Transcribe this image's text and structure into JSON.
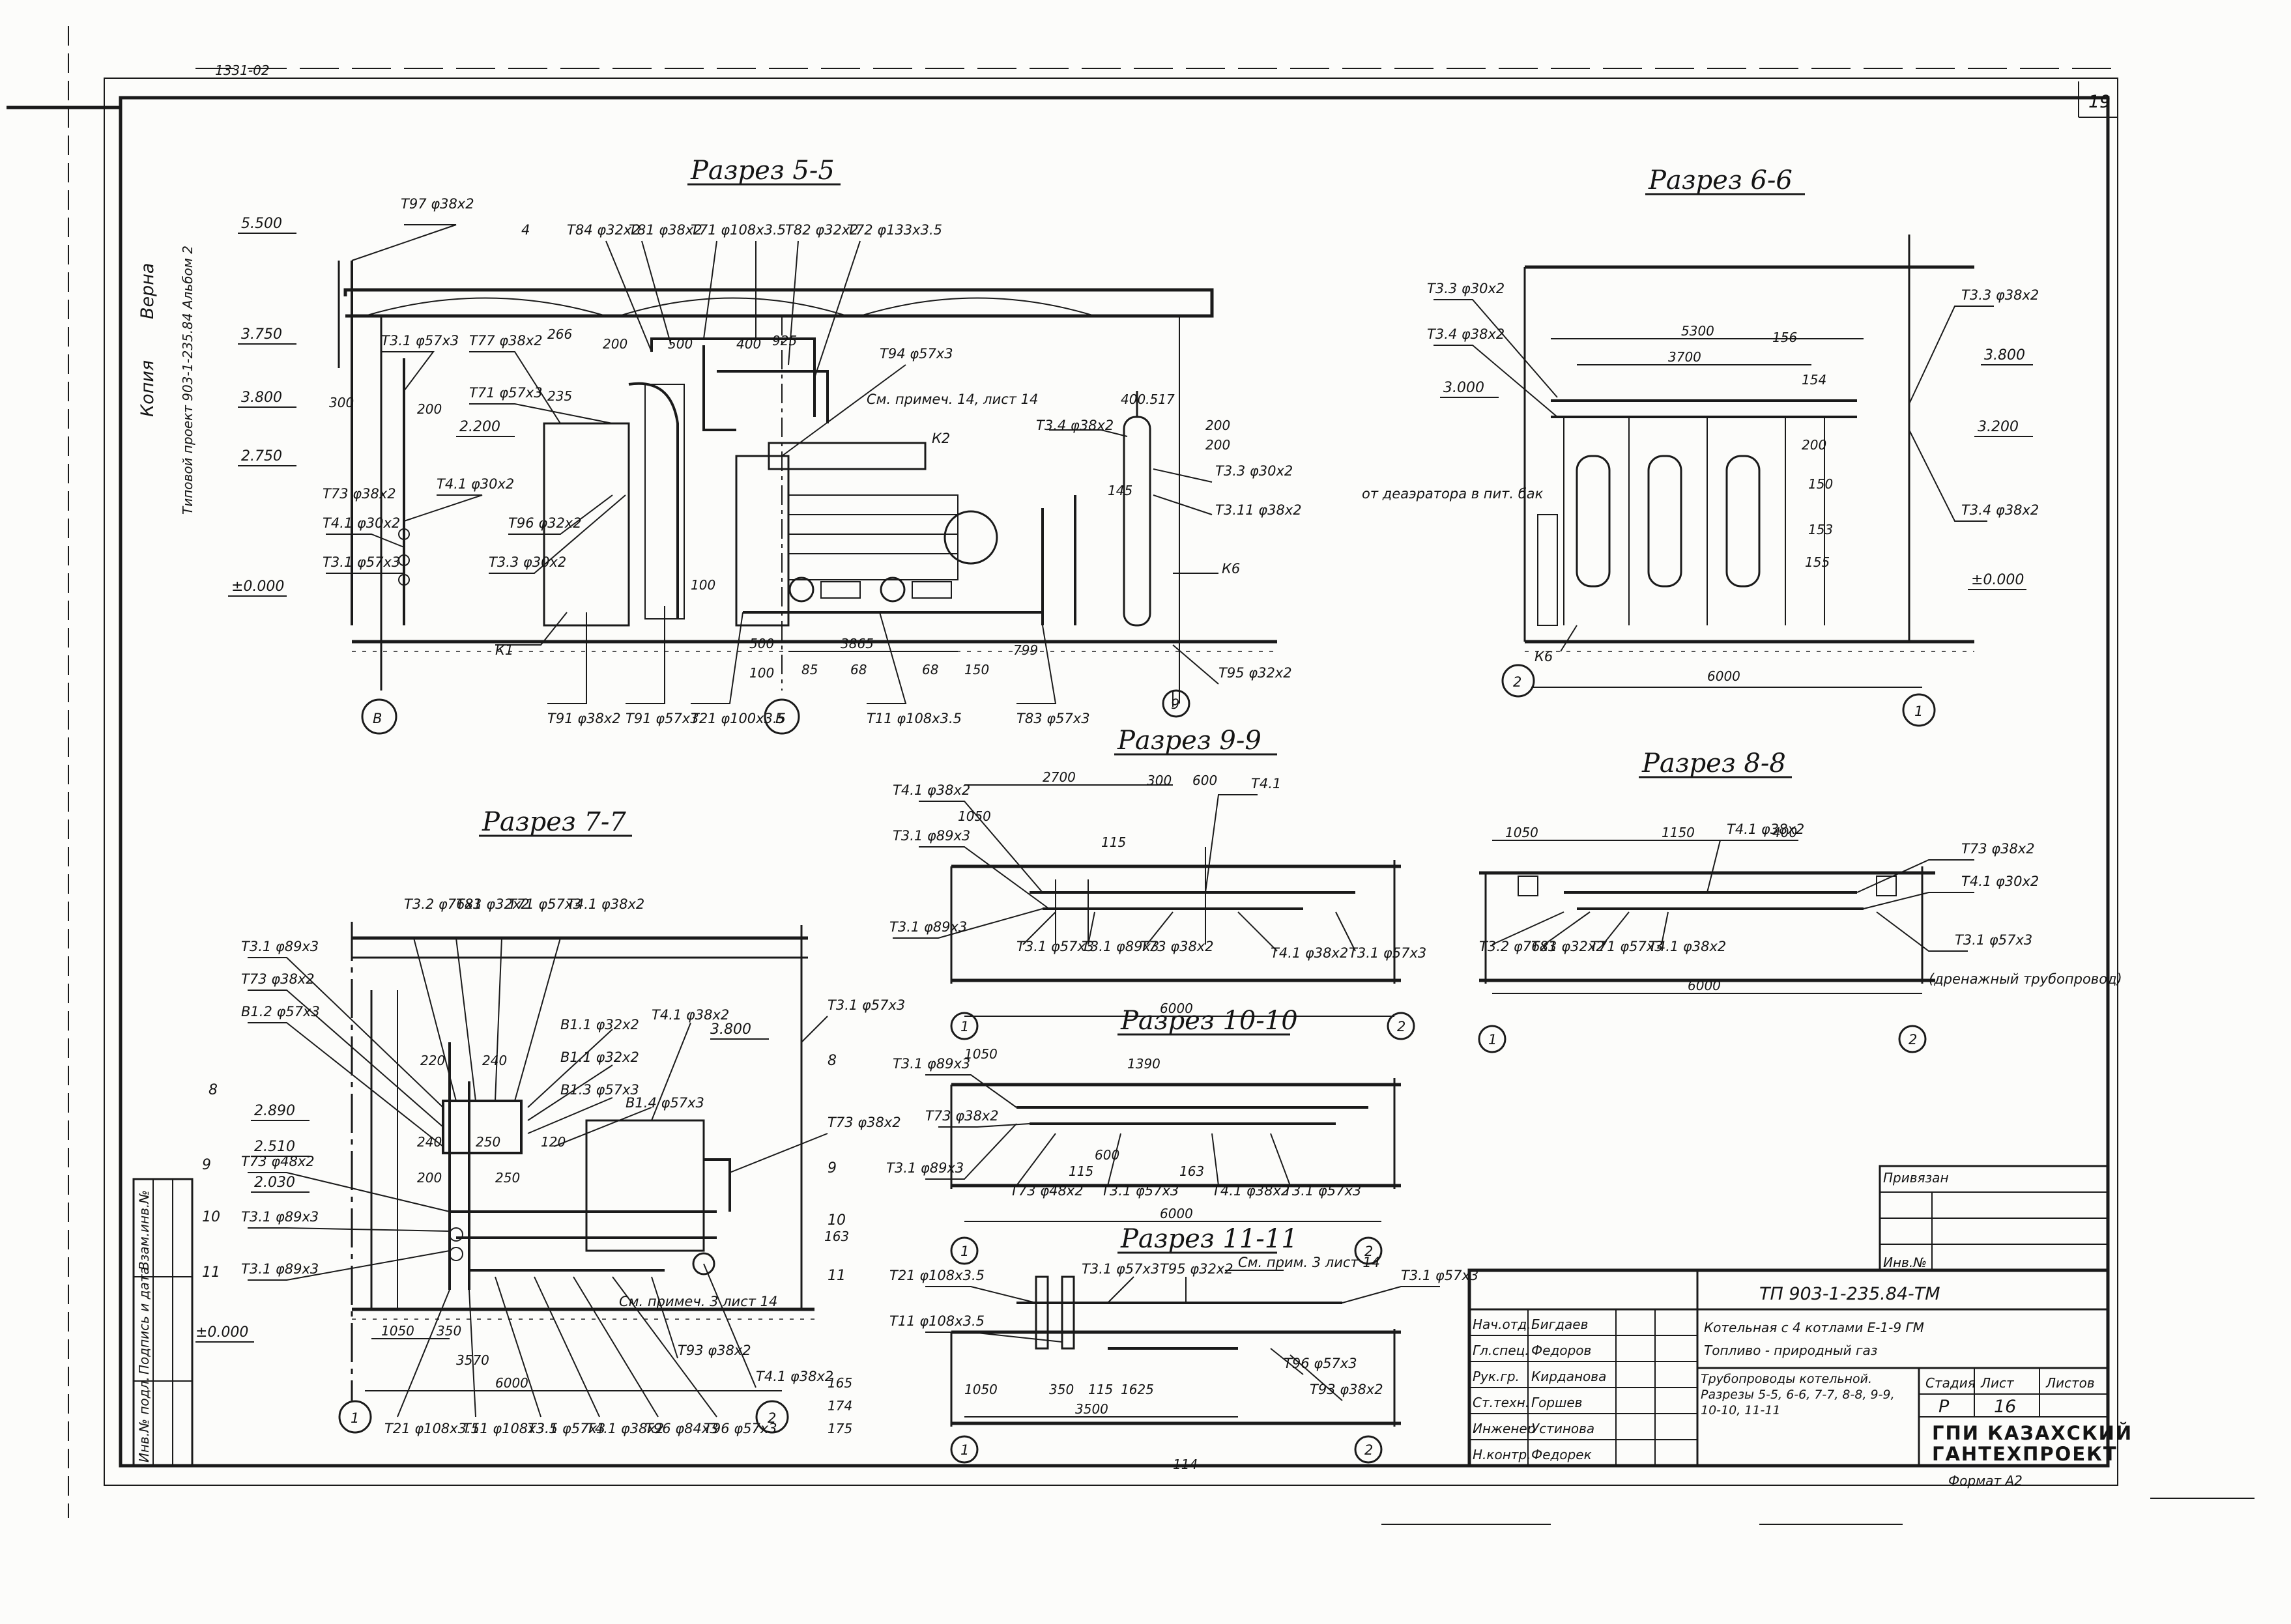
{
  "header": {
    "sheet_num": "19",
    "top_left_num": "1331-02"
  },
  "side_stamp": {
    "copy": "Копия",
    "verified": "Верна",
    "project": "Типовой проект 903-1-235.84  Альбом 2"
  },
  "sections": {
    "s5": {
      "title": "Разрез 5-5",
      "elevations": [
        "5.500",
        "3.750",
        "3.800",
        "2.750",
        "2.200",
        "±0.000"
      ],
      "labels": [
        "Т97 φ38х2",
        "4",
        "Т84 φ32х2",
        "Т81 φ38х2",
        "Т71 φ108х3.5",
        "Т82 φ32х2",
        "Т72 φ133х3.5",
        "Т3.1 φ57х3",
        "Т77 φ38х2",
        "Т71 φ57х3",
        "Т4.1 φ30х2",
        "Т73 φ38х2",
        "Т4.1 φ30х2",
        "Т3.1 φ57х3",
        "Т96 φ32х2",
        "Т3.3 φ30х2",
        "Т94 φ57х3",
        "См. примеч. 14, лист 14",
        "К2",
        "Т3.4 φ38х2",
        "Т3.3 φ30х2",
        "Т3.11 φ38х2",
        "К6",
        "Т95 φ32х2",
        "К1",
        "Т91 φ38х2",
        "Т91 φ57х3",
        "Т21 φ100х3.5",
        "Т11 φ108х3.5",
        "Т83 φ57х3"
      ],
      "dims": [
        "300",
        "200",
        "266",
        "200",
        "235",
        "500",
        "400",
        "925",
        "3865",
        "500",
        "100",
        "85",
        "68",
        "68",
        "150",
        "799",
        "400.517",
        "200",
        "200",
        "145",
        "100"
      ],
      "axes": [
        "В",
        "Б",
        "9"
      ]
    },
    "s6": {
      "title": "Разрез 6-6",
      "elevations": [
        "3.800",
        "3.200",
        "3.000",
        "±0.000"
      ],
      "labels": [
        "Т3.3 φ30х2",
        "Т3.4 φ38х2",
        "Т3.3 φ38х2",
        "Т3.4 φ38х2",
        "К6"
      ],
      "dims": [
        "5300",
        "3700",
        "156",
        "154",
        "200",
        "150",
        "153",
        "155",
        "6000"
      ],
      "note": "от деаэратора в пит. бак",
      "axes": [
        "2",
        "1"
      ]
    },
    "s7": {
      "title": "Разрез 7-7",
      "elevations": [
        "3.800",
        "2.890",
        "2.510",
        "2.030",
        "±0.000"
      ],
      "levels": [
        "8",
        "9",
        "10",
        "11"
      ],
      "labels": [
        "Т3.2 φ76х3",
        "Т81 φ32х2",
        "Т71 φ57х3",
        "Т4.1 φ38х2",
        "Т3.1 φ89х3",
        "Т73 φ38х2",
        "В1.2 φ57х3",
        "В1.1 φ32х2",
        "В1.1 φ32х2",
        "В1.3 φ57х3",
        "В1.4 φ57х3",
        "Т4.1 φ38х2",
        "Т3.1 φ57х3",
        "Т73 φ38х2",
        "Т73 φ48х2",
        "Т3.1 φ89х3",
        "Т3.1 φ89х3",
        "Т4.1 φ38х2",
        "См. примеч. 3 лист 14",
        "Т93 φ38х2",
        "Т21 φ108х3.5",
        "Т11 φ108х3.5",
        "Т3.1 φ57х3",
        "Т4.1 φ38х2",
        "Т96 φ84х3",
        "Т96 φ57х3"
      ],
      "dims": [
        "220",
        "240",
        "240",
        "250",
        "120",
        "200",
        "250",
        "1050",
        "350",
        "3570",
        "6000"
      ],
      "marks": [
        "165",
        "174",
        "175",
        "163"
      ],
      "axes": [
        "1",
        "2"
      ]
    },
    "s8": {
      "title": "Разрез 8-8",
      "labels": [
        "Т4.1 φ38х2",
        "Т73 φ38х2",
        "Т4.1 φ30х2",
        "Т3.1 φ57х3",
        "Т3.2 φ76х3",
        "Т81 φ32х2",
        "Т71 φ57х3",
        "Т4.1 φ38х2",
        "(дренажный трубопровод)"
      ],
      "dims": [
        "1050",
        "1150",
        "400",
        "6000"
      ],
      "axes": [
        "1",
        "2"
      ]
    },
    "s9": {
      "title": "Разрез 9-9",
      "labels": [
        "Т4.1 φ38х2",
        "Т3.1 φ89х3",
        "Т4.1",
        "Т3.1 φ89х3",
        "Т3.1 φ57х3",
        "Т3.1 φ89х3",
        "Т73 φ38х2",
        "Т4.1 φ38х2",
        "Т3.1 φ57х3"
      ],
      "dims": [
        "2700",
        "1050",
        "300",
        "600",
        "115",
        "6000"
      ],
      "axes": [
        "1",
        "2"
      ]
    },
    "s10": {
      "title": "Разрез 10-10",
      "labels": [
        "Т3.1 φ89х3",
        "Т73 φ38х2",
        "Т3.1 φ89х3",
        "Т73 φ48х2",
        "Т3.1 φ57х3",
        "Т4.1 φ38х2",
        "Т3.1 φ57х3"
      ],
      "dims": [
        "1050",
        "1390",
        "600",
        "115",
        "163",
        "6000"
      ],
      "axes": [
        "1",
        "2"
      ]
    },
    "s11": {
      "title": "Разрез 11-11",
      "labels": [
        "Т21 φ108х3.5",
        "Т11 φ108х3.5",
        "Т3.1 φ57х3",
        "Т95 φ32х2",
        "См. прим. 3 лист 14",
        "Т3.1 φ57х3",
        "Т96 φ57х3",
        "Т93 φ38х2"
      ],
      "dims": [
        "1050",
        "350",
        "115",
        "1625",
        "3500"
      ],
      "marks": [
        "114"
      ],
      "axes": [
        "1",
        "2"
      ]
    }
  },
  "stamp": {
    "privyazan": "Привязан",
    "inv": "Инв.№",
    "doc_code": "ТП 903-1-235.84-ТМ",
    "title1": "Котельная с 4 котлами Е-1-9 ГМ",
    "title2": "Топливо - природный газ",
    "title3": "Трубопроводы котельной. Разрезы 5-5, 6-6, 7-7, 8-8, 9-9, 10-10, 11-11",
    "stage_hdr": "Стадия",
    "sheet_hdr": "Лист",
    "sheets_hdr": "Листов",
    "stage": "Р",
    "sheet": "16",
    "org1": "ГПИ КАЗАХСКИЙ",
    "org2": "ГАНТЕХПРОЕКТ",
    "format": "Формат А2",
    "rows": [
      {
        "role": "Нач.отд.",
        "name": "Бигдаев"
      },
      {
        "role": "Гл.спец.",
        "name": "Федоров"
      },
      {
        "role": "Рук.гр.",
        "name": "Кирданова"
      },
      {
        "role": "Ст.техн.",
        "name": "Горшев"
      },
      {
        "role": "Инженер",
        "name": "Устинова"
      },
      {
        "role": "Н.контр.",
        "name": "Федорек"
      }
    ],
    "side_cols": [
      "Инв.№ подл.",
      "Подпись и дата",
      "Взам.инв.№"
    ]
  }
}
